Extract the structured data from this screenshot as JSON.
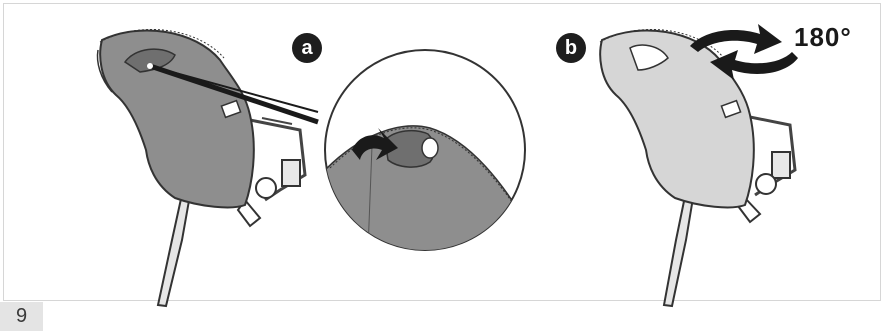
{
  "step": {
    "number": "9"
  },
  "panels": [
    {
      "badge": "a",
      "icon": "unzip-cover-icon"
    },
    {
      "badge": "b",
      "icon": "flip-cover-icon"
    }
  ],
  "rotation": {
    "label": "180°"
  },
  "colors": {
    "cover_dark": "#8e8e8e",
    "cover_light": "#d6d6d6",
    "badge": "#1e1e1e",
    "frame_border": "#d6d6d6",
    "step_box": "#e4e4e4"
  }
}
